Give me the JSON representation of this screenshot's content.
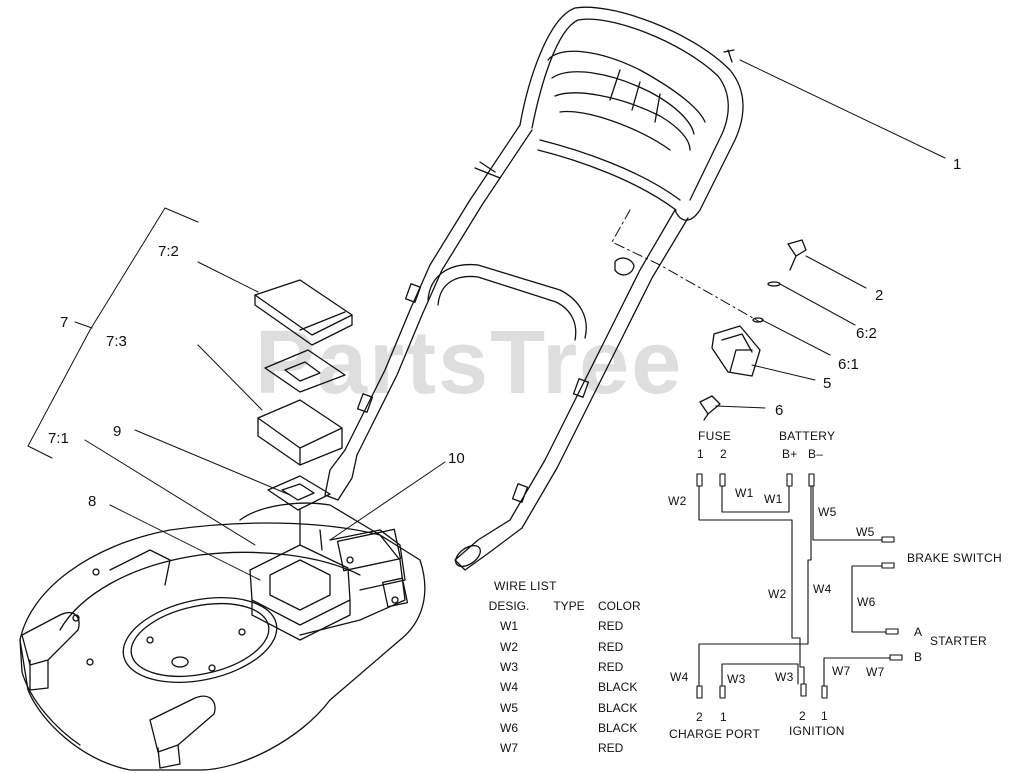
{
  "watermark": "PartsTree",
  "callouts": {
    "c1": "1",
    "c2": "2",
    "c6_2": "6:2",
    "c6_1": "6:1",
    "c5": "5",
    "c6": "6",
    "c7": "7",
    "c7_2": "7:2",
    "c7_3": "7:3",
    "c7_1": "7:1",
    "c9": "9",
    "c8": "8",
    "c10": "10"
  },
  "wiring": {
    "fuse": "FUSE",
    "battery": "BATTERY",
    "fuse_pin1": "1",
    "fuse_pin2": "2",
    "bplus": "B+",
    "bminus": "B–",
    "brake_switch": "BRAKE SWITCH",
    "starter": "STARTER",
    "pin_a": "A",
    "pin_b": "B",
    "charge_port": "CHARGE PORT",
    "ignition": "IGNITION",
    "cp_pin2": "2",
    "cp_pin1": "1",
    "ig_pin2": "2",
    "ig_pin1": "1",
    "w_labels": {
      "w2a": "W2",
      "w1a": "W1",
      "w1b": "W1",
      "w5a": "W5",
      "w5b": "W5",
      "w6": "W6",
      "w2b": "W2",
      "w4a": "W4",
      "w4b": "W4",
      "w3a": "W3",
      "w3b": "W3",
      "w7a": "W7",
      "w7b": "W7"
    }
  },
  "wire_list": {
    "title": "WIRE LIST",
    "headers": [
      "DESIG.",
      "TYPE",
      "COLOR"
    ],
    "rows": [
      [
        "W1",
        "",
        "RED"
      ],
      [
        "W2",
        "",
        "RED"
      ],
      [
        "W3",
        "",
        "RED"
      ],
      [
        "W4",
        "",
        "BLACK"
      ],
      [
        "W5",
        "",
        "BLACK"
      ],
      [
        "W6",
        "",
        "BLACK"
      ],
      [
        "W7",
        "",
        "RED"
      ]
    ]
  }
}
